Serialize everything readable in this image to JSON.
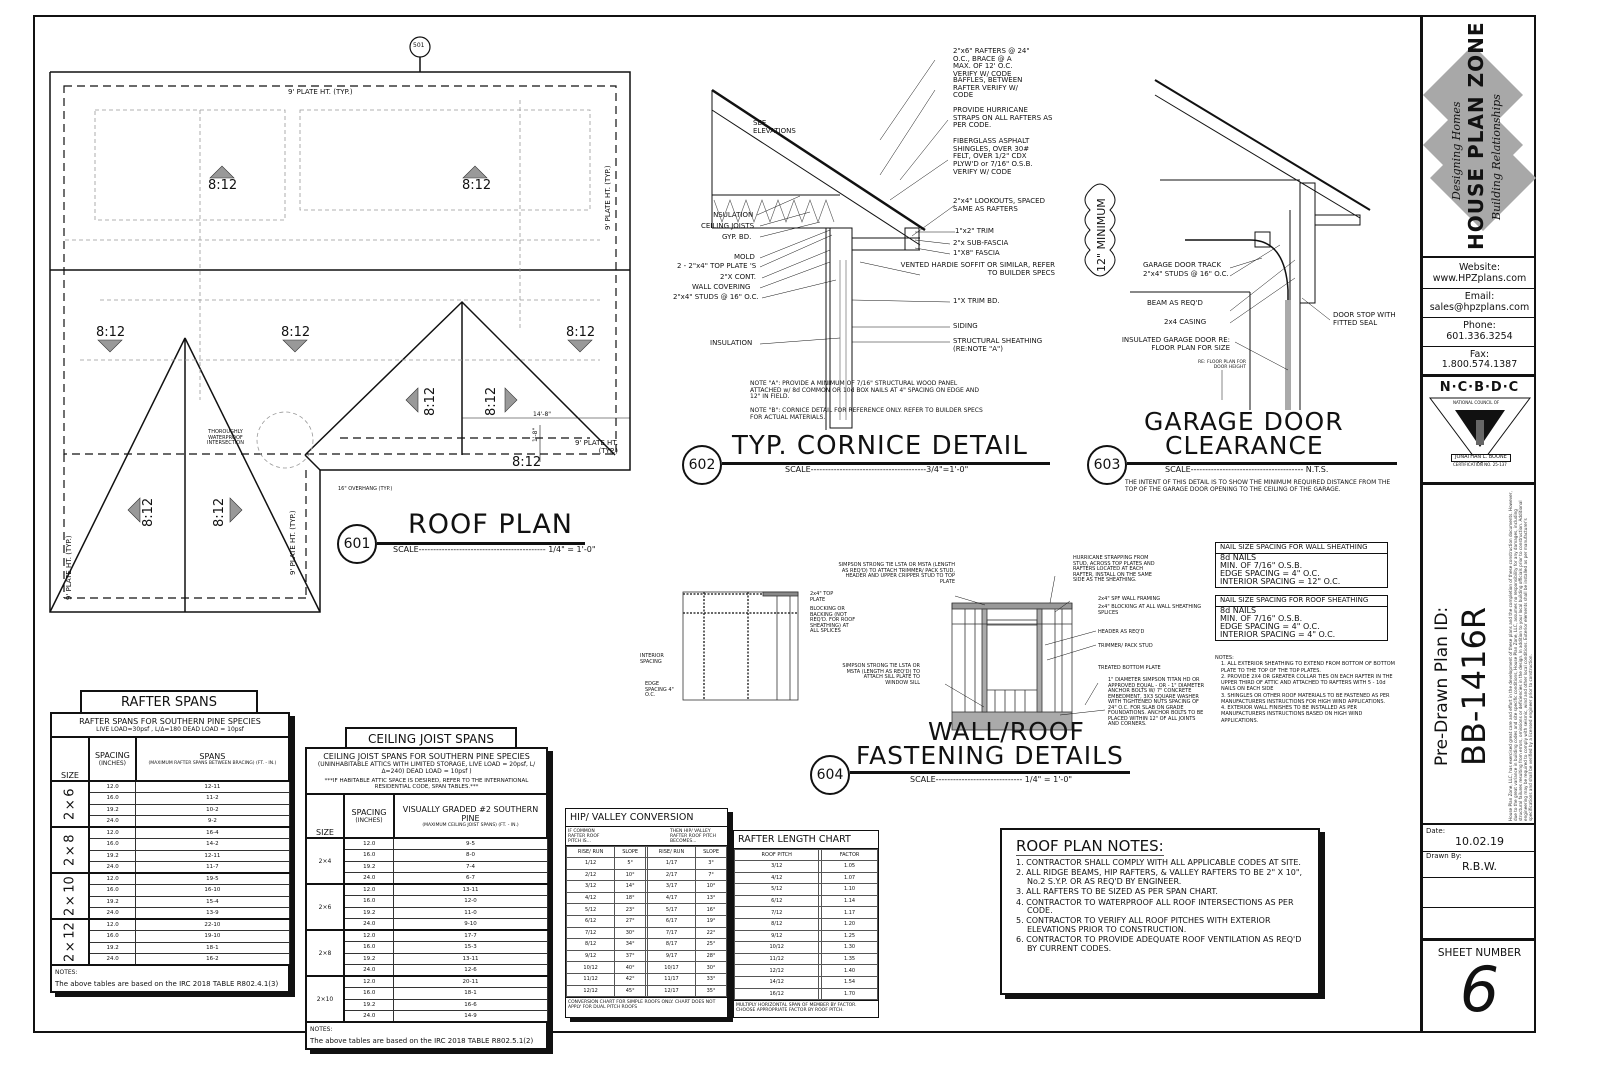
{
  "sheet": {
    "border_color": "#111111",
    "logo_gray": "#a8a8a8"
  },
  "roof_plan": {
    "marker": "501",
    "plate_ht": "9' PLATE HT. (TYP.)",
    "plate_ht_right": "9' PLATE HT. (TYP.)",
    "plate_ht_left": "9' PLATE HT. (TYP.)",
    "plate_ht_mid": "9' PLATE HT. (TYP.)",
    "plate_ht_lower": "9' PLATE HT. (TYP.)",
    "pitches": [
      "8:12",
      "8:12",
      "8:12",
      "8:12",
      "8:12",
      "8:12",
      "8:12",
      "8:12",
      "8:12",
      "8:12"
    ],
    "dim_width": "14'-8\"",
    "dim_height": "1'-8\"",
    "waterproof_note": "THOROUGHLY WATERPROOF INTERSECTION",
    "overhang_note": "16\" OVERHANG (TYP.)",
    "number": "601",
    "title": "ROOF PLAN",
    "scale": "SCALE-------------------------------------------- 1/4\" = 1'-0\""
  },
  "cornice": {
    "right_labels": [
      "2\"x6\" RAFTERS @ 24\" O.C., BRACE @ A MAX. OF 12' O.C. VERIFY W/ CODE",
      "BAFFLES, BETWEEN RAFTER VERIFY W/ CODE",
      "PROVIDE HURRICANE STRAPS ON ALL RAFTERS AS PER CODE.",
      "FIBERGLASS ASPHALT SHINGLES, OVER 30# FELT, OVER 1/2\" CDX PLYW'D or 7/16\" O.S.B. VERIFY W/ CODE",
      "2\"x4\" LOOKOUTS, SPACED SAME AS RAFTERS",
      "1\"x2\" TRIM",
      "2\"x SUB-FASCIA",
      "1\"X8\" FASCIA",
      "VENTED HARDIE SOFFIT OR SIMILAR, REFER TO BUILDER SPECS",
      "1\"X TRIM BD.",
      "SIDING",
      "STRUCTURAL SHEATHING (RE:NOTE \"A\")"
    ],
    "left_labels": [
      "SEE ELEVATIONS",
      "INSULATION",
      "CEILING JOISTS",
      "GYP. BD.",
      "MOLD",
      "2 - 2\"x4\" TOP PLATE 'S",
      "2\"X CONT.",
      "WALL COVERING",
      "2\"x4\" STUDS @ 16\" O.C.",
      "INSULATION"
    ],
    "note_a": "NOTE \"A\": PROVIDE A MINIMUM OF 7/16\" STRUCTURAL WOOD PANEL ATTACHED w/ 8d COMMON OR 10d BOX NAILS AT 4\" SPACING ON EDGE AND 12\" IN FIELD.",
    "note_b": "NOTE \"B\": CORNICE DETAIL FOR REFERENCE ONLY. REFER TO BUILDER SPECS FOR ACTUAL MATERIALS.",
    "number": "602",
    "title": "TYP. CORNICE DETAIL",
    "scale": "SCALE----------------------------------------3/4\"=1'-0\""
  },
  "garage": {
    "minimum": "12\" MINIMUM",
    "labels": [
      "GARAGE DOOR TRACK",
      "2\"x4\" STUDS @ 16\" O.C.",
      "BEAM AS REQ'D",
      "2x4 CASING",
      "INSULATED GARAGE DOOR RE:  FLOOR PLAN FOR SIZE",
      "RE: FLOOR PLAN FOR DOOR HEIGHT",
      "DOOR STOP WITH FITTED SEAL"
    ],
    "title_1": "GARAGE DOOR",
    "title_2": "CLEARANCE",
    "number": "603",
    "scale": "SCALE--------------------------------------- N.T.S.",
    "intent": "THE INTENT OF THIS DETAIL IS TO SHOW THE MINIMUM REQUIRED DISTANCE FROM THE TOP OF THE GARAGE DOOR OPENING TO THE CEILING OF THE GARAGE."
  },
  "fastening": {
    "left_labels": [
      "2x4\" TOP PLATE",
      "BLOCKING OR BACKING (NOT REQ'D. FOR ROOF SHEATHING) AT ALL SPLICES",
      "INTERIOR SPACING",
      "EDGE SPACING 4\" O.C."
    ],
    "mid_labels": [
      "SIMPSON STRONG TIE LSTA OR MSTA (LENGTH AS REQ'D) TO ATTACH TRIMMER/ PACK STUD, HEADER AND UPPER CRIPPER STUD TO TOP PLATE",
      "SIMPSON STRONG TIE LSTA OR MSTA (LENGTH AS REQ'D) TO ATTACH SILL PLATE TO WINDOW SILL"
    ],
    "right_labels": [
      "HURRICANE STRAPPING FROM STUD, ACROSS TOP PLATES AND RAFTERS LOCATED AT EACH RAFTER, INSTALL ON THE SAME SIDE AS THE SHEATHING.",
      "2x4\" SPF WALL FRAMING",
      "2x4\" BLOCKING AT ALL WALL SHEATHING SPLICES",
      "HEADER AS REQ'D",
      "TRIMMER/ PACK STUD",
      "TREATED BOTTOM PLATE",
      "1\" DIAMETER SIMPSON TITAN HD OR APPROVED EQUAL - OR - 1\" DIAMETER ANCHOR BOLTS W/ 7\" CONCRETE EMBEDMENT, 3X3 SQUARE WASHER WITH TIGHTENED NUTS SPACING OF 24\" O.C. FOR SLAB ON GRADE FOUNDATIONS. ANCHOR BOLTS TO BE PLACED WITHIN 12\" OF ALL JOINTS AND CORNERS."
    ],
    "title_1": "WALL/ROOF",
    "title_2": "FASTENING DETAILS",
    "number": "604",
    "scale": "SCALE------------------------------ 1/4\" = 1'-0\"",
    "wall_box": {
      "title": "NAIL SIZE SPACING FOR WALL SHEATHING",
      "lines": [
        "8d NAILS",
        "MIN. OF 7/16\" O.S.B.",
        "EDGE SPACING = 4\" O.C.",
        "INTERIOR SPACING = 12\" O.C."
      ]
    },
    "roof_box": {
      "title": "NAIL SIZE SPACING FOR ROOF SHEATHING",
      "lines": [
        "8d NAILS",
        "MIN. OF 7/16\" O.S.B.",
        "EDGE SPACING = 4\" O.C.",
        "INTERIOR SPACING = 4\" O.C."
      ]
    },
    "notes_label": "NOTES:",
    "notes": [
      "1.  ALL EXTERIOR SHEATHING TO EXTEND FROM BOTTOM OF BOTTOM PLATE TO THE TOP OF THE TOP PLATES.",
      "2.  PROVIDE 2X4 OR GREATER COLLAR TIES ON EACH RAFTER IN THE UPPER THIRD OF ATTIC AND ATTACHED TO RAFTERS WITH 5 - 10d NAILS ON EACH SIDE",
      "3.  SHINGLES OR OTHER ROOF MATERIALS TO BE FASTENED AS PER MANUFACTURERS INSTRUCTIONS FOR HIGH WIND APPLICATIONS.",
      "4.  EXTERIOR WALL FINISHES TO BE INSTALLED AS PER MANUFACTURERS INSTRUCTIONS BASED ON HIGH WIND APPLICATIONS."
    ]
  },
  "rafter_spans": {
    "heading": "RAFTER SPANS",
    "caption": "RAFTER SPANS FOR SOUTHERN PINE SPECIES",
    "subcaption": "LIVE LOAD=30psf , L/Δ=180  DEAD LOAD = 10psf",
    "col_size": "SIZE",
    "col_spacing": "SPACING",
    "col_spacing_sub": "(INCHES)",
    "col_spans": "SPANS",
    "col_spans_sub": "(MAXIMUM RAFTER SPANS BETWEEN BRACING) (FT. - IN.)",
    "groups": [
      {
        "size": "2×6",
        "rows": [
          [
            "12.0",
            "12-11"
          ],
          [
            "16.0",
            "11-2"
          ],
          [
            "19.2",
            "10-2"
          ],
          [
            "24.0",
            "9-2"
          ]
        ]
      },
      {
        "size": "2×8",
        "rows": [
          [
            "12.0",
            "16-4"
          ],
          [
            "16.0",
            "14-2"
          ],
          [
            "19.2",
            "12-11"
          ],
          [
            "24.0",
            "11-7"
          ]
        ]
      },
      {
        "size": "2×10",
        "rows": [
          [
            "12.0",
            "19-5"
          ],
          [
            "16.0",
            "16-10"
          ],
          [
            "19.2",
            "15-4"
          ],
          [
            "24.0",
            "13-9"
          ]
        ]
      },
      {
        "size": "2×12",
        "rows": [
          [
            "12.0",
            "22-10"
          ],
          [
            "16.0",
            "19-10"
          ],
          [
            "19.2",
            "18-1"
          ],
          [
            "24.0",
            "16-2"
          ]
        ]
      }
    ],
    "notes_label": "NOTES:",
    "note": "The above tables are based on the IRC 2018 TABLE R802.4.1(3)"
  },
  "ceiling_joist_spans": {
    "heading": "CEILING JOIST SPANS",
    "caption": "CEILING JOIST SPANS FOR SOUTHERN PINE SPECIES",
    "subcaption": "(UNINHABITABLE ATTICS WITH LIMITED STORAGE, LIVE LOAD = 20psf, L/Δ=240) DEAD LOAD = 10psf )",
    "warning": "***IF HABITABLE ATTIC SPACE IS DESIRED, REFER TO THE INTERNATIONAL RESIDENTIAL CODE, SPAN TABLES.***",
    "col_size": "SIZE",
    "col_spacing": "SPACING",
    "col_spacing_sub": "(INCHES)",
    "col_spans": "VISUALLY GRADED #2 SOUTHERN PINE",
    "col_spans_sub": "(MAXIMUM CEILING JOIST SPANS) (FT. - IN.)",
    "groups": [
      {
        "size": "2×4",
        "rows": [
          [
            "12.0",
            "9-5"
          ],
          [
            "16.0",
            "8-0"
          ],
          [
            "19.2",
            "7-4"
          ],
          [
            "24.0",
            "6-7"
          ]
        ]
      },
      {
        "size": "2×6",
        "rows": [
          [
            "12.0",
            "13-11"
          ],
          [
            "16.0",
            "12-0"
          ],
          [
            "19.2",
            "11-0"
          ],
          [
            "24.0",
            "9-10"
          ]
        ]
      },
      {
        "size": "2×8",
        "rows": [
          [
            "12.0",
            "17-7"
          ],
          [
            "16.0",
            "15-3"
          ],
          [
            "19.2",
            "13-11"
          ],
          [
            "24.0",
            "12-6"
          ]
        ]
      },
      {
        "size": "2×10",
        "rows": [
          [
            "12.0",
            "20-11"
          ],
          [
            "16.0",
            "18-1"
          ],
          [
            "19.2",
            "16-6"
          ],
          [
            "24.0",
            "14-9"
          ]
        ]
      }
    ],
    "notes_label": "NOTES:",
    "note": "The above tables are based on the IRC 2018 TABLE R802.5.1(2)"
  },
  "hip_valley": {
    "title": "HIP/ VALLEY CONVERSION",
    "left_caption": "IF COMMON RAFTER ROOF PITCH IS...",
    "right_caption": "THEN HIP/ VALLEY RAFTER ROOF PITCH BECOMES...",
    "headers": [
      "RISE/ RUN",
      "SLOPE",
      "",
      "RISE/ RUN",
      "SLOPE"
    ],
    "rows": [
      [
        "1/12",
        "5°",
        "1/17",
        "3°"
      ],
      [
        "2/12",
        "10°",
        "2/17",
        "7°"
      ],
      [
        "3/12",
        "14°",
        "3/17",
        "10°"
      ],
      [
        "4/12",
        "18°",
        "4/17",
        "13°"
      ],
      [
        "5/12",
        "23°",
        "5/17",
        "16°"
      ],
      [
        "6/12",
        "27°",
        "6/17",
        "19°"
      ],
      [
        "7/12",
        "30°",
        "7/17",
        "22°"
      ],
      [
        "8/12",
        "34°",
        "8/17",
        "25°"
      ],
      [
        "9/12",
        "37°",
        "9/17",
        "28°"
      ],
      [
        "10/12",
        "40°",
        "10/17",
        "30°"
      ],
      [
        "11/12",
        "42°",
        "11/17",
        "33°"
      ],
      [
        "12/12",
        "45°",
        "12/17",
        "35°"
      ]
    ],
    "note": "CONVERSION CHART FOR SIMPLE ROOFS ONLY. CHART DOES NOT APPLY FOR DUAL PITCH ROOFS"
  },
  "rafter_length": {
    "title": "RAFTER LENGTH CHART",
    "headers": [
      "ROOF PITCH",
      "",
      "FACTOR"
    ],
    "rows": [
      [
        "3/12",
        "1.05"
      ],
      [
        "4/12",
        "1.07"
      ],
      [
        "5/12",
        "1.10"
      ],
      [
        "6/12",
        "1.14"
      ],
      [
        "7/12",
        "1.17"
      ],
      [
        "8/12",
        "1.20"
      ],
      [
        "9/12",
        "1.25"
      ],
      [
        "10/12",
        "1.30"
      ],
      [
        "11/12",
        "1.35"
      ],
      [
        "12/12",
        "1.40"
      ],
      [
        "14/12",
        "1.54"
      ],
      [
        "16/12",
        "1.70"
      ]
    ],
    "note": "MULTIPLY HORIZONTAL SPAN OF MEMBER BY FACTOR. CHOOSE APPROPRIATE FACTOR BY ROOF PITCH."
  },
  "roof_notes": {
    "title": "ROOF PLAN NOTES:",
    "items": [
      "1.  CONTRACTOR SHALL COMPLY WITH ALL APPLICABLE CODES AT SITE.",
      "2.  ALL RIDGE BEAMS, HIP RAFTERS, & VALLEY RAFTERS TO BE 2\" X 10\", No.2  S.Y.P. OR AS REQ'D BY ENGINEER.",
      "3.  ALL RAFTERS TO BE SIZED AS PER SPAN CHART.",
      "4.  CONTRACTOR TO WATERPROOF ALL ROOF INTERSECTIONS AS PER CODE.",
      "5.  CONTRACTOR TO VERIFY ALL ROOF PITCHES WITH EXTERIOR ELEVATIONS PRIOR TO CONSTRUCTION.",
      "6.  CONTRACTOR TO PROVIDE ADEQUATE ROOF VENTILATION AS REQ'D BY CURRENT CODES."
    ]
  },
  "title_block": {
    "logo": {
      "name": "HOUSE PLAN ZONE",
      "tag1": "Designing Homes",
      "tag2": "Building Relationships"
    },
    "website_label": "Website:",
    "website": "www.HPZplans.com",
    "email_label": "Email:",
    "email": "sales@hpzplans.com",
    "phone_label": "Phone:",
    "phone": "601.336.3254",
    "fax_label": "Fax:",
    "fax": "1.800.574.1387",
    "ncbdc": "N·C·B·D·C",
    "ncbdc_full": "NATIONAL COUNCIL OF",
    "seal_name": "JONATHAN L. BOONE",
    "seal_cert": "CERTIFICATION NO. 25-137",
    "plan_id_label": "Pre-Drawn Plan ID:",
    "plan_id": "BB-1416R",
    "disclaimer": "House Plan Zone, LLC, has exercised great care and effort in the development of these plans and the completion of these construction documents. However, due to the great variance in building codes and site specific conditions, House Plan Zone, LLC, assumes no responsibility for any damages, including structural failures resulting from errors, omissions or deficiencies in the design. In addition to your local building officials prior to construction. Additional engineering may be required to comply with seismic, wind and other local conditions. Exterior elements shall be installed as per manufacturer's specifications and shall be verified by a licensed engineer prior to construction.",
    "date_label": "Date:",
    "date": "10.02.19",
    "drawn_label": "Drawn By:",
    "drawn_by": "R.B.W.",
    "sheet_label": "SHEET NUMBER",
    "sheet_number": "6"
  }
}
